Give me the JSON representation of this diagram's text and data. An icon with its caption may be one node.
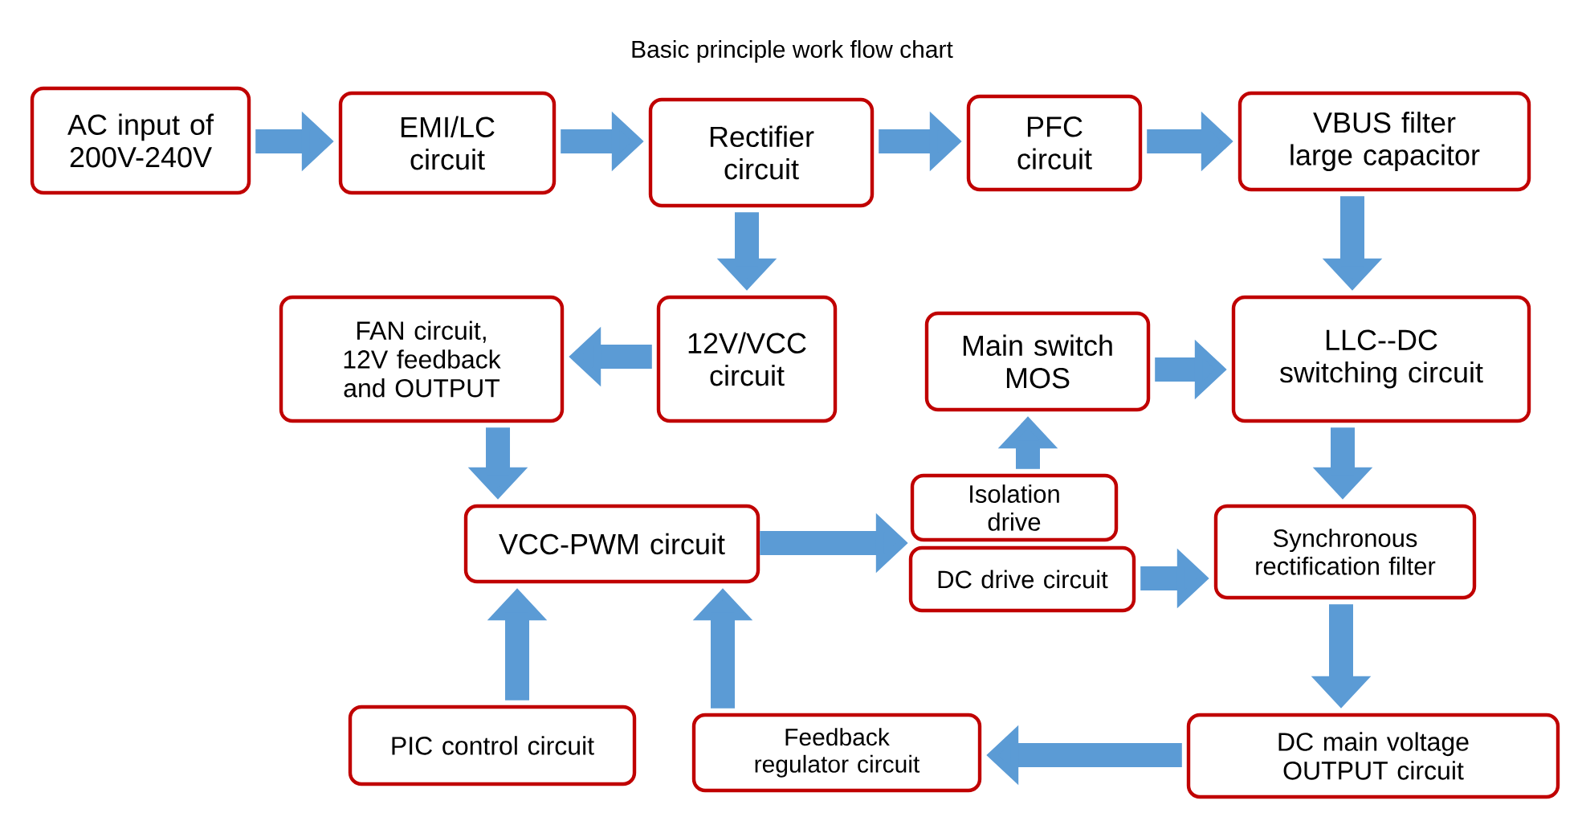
{
  "diagram": {
    "title": "Basic principle work flow chart",
    "nodes": [
      {
        "text": [
          "AC input of 200V-240V"
        ]
      },
      {
        "text": [
          "EMI/LC circuit"
        ]
      },
      {
        "text": [
          "Rectifier circuit"
        ]
      },
      {
        "text": [
          "PFC circuit"
        ]
      },
      {
        "text": [
          "VBUS filter large capacitor"
        ]
      },
      {
        "text": [
          "FAN circuit, 12V feedback and OUTPUT"
        ]
      },
      {
        "text": [
          "12V/VCC circuit"
        ]
      },
      {
        "text": [
          "Main switch MOS"
        ]
      },
      {
        "text": [
          "LLC--DC switching circuit"
        ]
      },
      {
        "text": [
          "VCC-PWM circuit"
        ]
      },
      {
        "text": [
          "Isolation drive"
        ]
      },
      {
        "text": [
          "DC drive circuit"
        ]
      },
      {
        "text": [
          "Synchronous rectification filter"
        ]
      },
      {
        "text": [
          "PIC control circuit"
        ]
      },
      {
        "text": [
          "Feedback regulator circuit"
        ]
      },
      {
        "text": [
          "DC main voltage OUTPUT circuit"
        ]
      }
    ],
    "edges": [
      {
        "from": 0,
        "to": 1,
        "arrow": "to"
      },
      {
        "from": 1,
        "to": 2,
        "arrow": "to"
      },
      {
        "from": 2,
        "to": 3,
        "arrow": "to"
      },
      {
        "from": 3,
        "to": 4,
        "arrow": "to"
      },
      {
        "from": 2,
        "to": 6,
        "arrow": "to"
      },
      {
        "from": 6,
        "to": 5,
        "arrow": "to"
      },
      {
        "from": 5,
        "to": 9,
        "arrow": "to"
      },
      {
        "from": 9,
        "to": 10,
        "arrow": "to"
      },
      {
        "from": 9,
        "to": 11,
        "arrow": "to"
      },
      {
        "from": 10,
        "to": 7,
        "arrow": "to"
      },
      {
        "from": 7,
        "to": 8,
        "arrow": "to"
      },
      {
        "from": 4,
        "to": 8,
        "arrow": "to"
      },
      {
        "from": 8,
        "to": 12,
        "arrow": "to"
      },
      {
        "from": 11,
        "to": 12,
        "arrow": "to"
      },
      {
        "from": 12,
        "to": 15,
        "arrow": "to"
      },
      {
        "from": 15,
        "to": 14,
        "arrow": "to"
      },
      {
        "from": 13,
        "to": 9,
        "arrow": "to"
      },
      {
        "from": 14,
        "to": 9,
        "arrow": "to"
      }
    ]
  }
}
